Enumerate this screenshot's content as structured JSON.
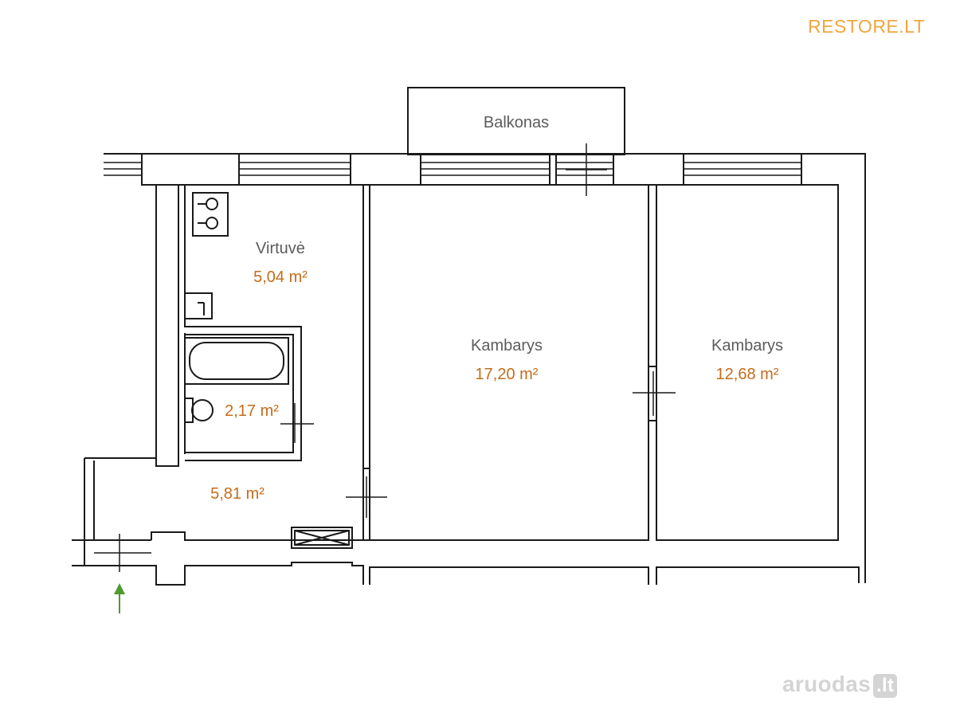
{
  "brand": "RESTORE.LT",
  "watermark": {
    "main": "aruodas",
    "tail": ".lt"
  },
  "rooms": {
    "balcony": {
      "name": "Balkonas"
    },
    "kitchen": {
      "name": "Virtuvė",
      "area": "5,04 m²"
    },
    "bathroom": {
      "area": "2,17 m²"
    },
    "hallway": {
      "area": "5,81 m²"
    },
    "room1": {
      "name": "Kambarys",
      "area": "17,20 m²"
    },
    "room2": {
      "name": "Kambarys",
      "area": "12,68 m²"
    }
  },
  "colors": {
    "wall": "#1a1a1a",
    "brand": "#f0a640",
    "area": "#c46c1c",
    "label": "#5c5c5c",
    "entrance_arrow": "#4f9a2e",
    "watermark": "#d4d4d4"
  },
  "icons": {
    "stove": "stove-icon",
    "sink": "sink-icon",
    "bathtub": "bathtub-icon",
    "toilet": "toilet-icon",
    "vent": "ventilation-icon",
    "entrance": "entrance-arrow-icon"
  }
}
